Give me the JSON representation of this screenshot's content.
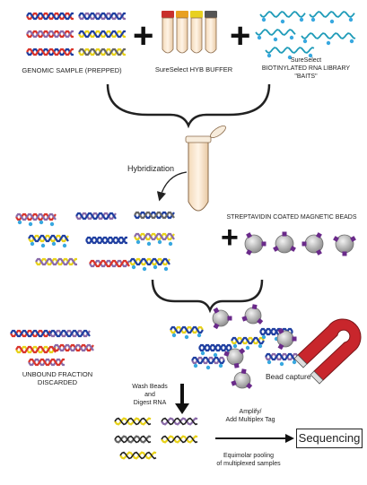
{
  "labels": {
    "genomic_sample": "GENOMIC SAMPLE (PREPPED)",
    "hyb_buffer": "SureSelect HYB BUFFER",
    "baits_line1": "SureSelect",
    "baits_line2": "BIOTINYLATED RNA LIBRARY",
    "baits_line3": "\"BAITS\"",
    "hybridization": "Hybridization",
    "streptavidin": "STREPTAVIDIN COATED MAGNETIC BEADS",
    "unbound_line1": "UNBOUND FRACTION",
    "unbound_line2": "DISCARDED",
    "bead_capture": "Bead capture",
    "wash_line1": "Wash Beads",
    "wash_line2": "and",
    "wash_line3": "Digest RNA",
    "amplify_line1": "Amplify/",
    "amplify_line2": "Add Multiplex Tag",
    "pooling_line1": "Equimolar pooling",
    "pooling_line2": "of multiplexed samples",
    "sequencing": "Sequencing",
    "plus": "+"
  },
  "colors": {
    "dna_red": "#d9342b",
    "dna_blue": "#1f3fa0",
    "dna_purple": "#8a6aa8",
    "dna_yellow": "#e8d21a",
    "dna_gray": "#666666",
    "rna_teal": "#1e9bb8",
    "biotin_blue": "#38a8e0",
    "bead_gray": "#b9b9b9",
    "streptavidin_purple": "#6a2a8a",
    "magnet_red": "#c8262c",
    "cap_red": "#c9302c",
    "cap_orange": "#e8a020",
    "cap_yellow": "#e8d020"
  }
}
